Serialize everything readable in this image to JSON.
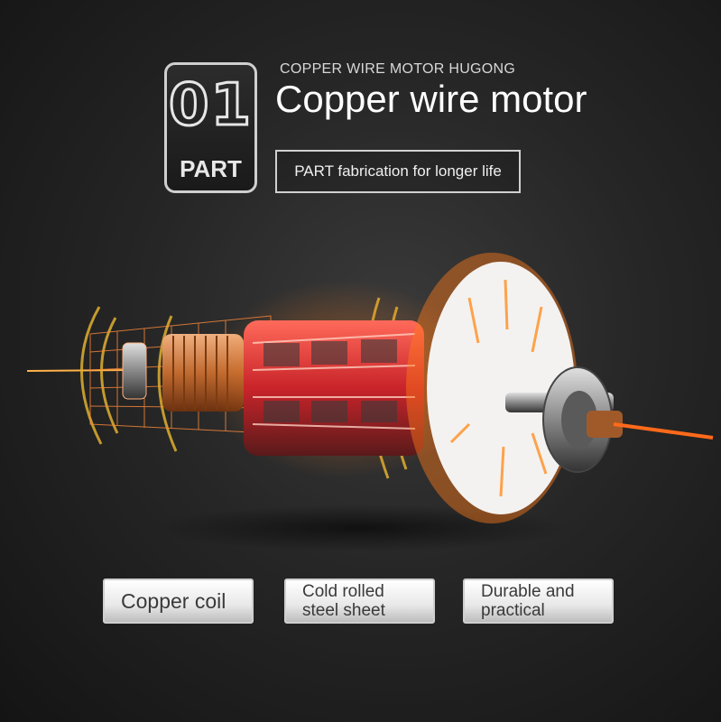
{
  "badge": {
    "number": "01",
    "label": "PART"
  },
  "header": {
    "subtitle": "COPPER WIRE MOTOR HUGONG",
    "title": "Copper wire motor",
    "tagline": "PART fabrication for longer life"
  },
  "features": [
    {
      "lines": [
        "Copper coil"
      ]
    },
    {
      "lines": [
        "Cold rolled",
        "steel sheet"
      ]
    },
    {
      "lines": [
        "Durable and",
        "practical"
      ]
    }
  ],
  "colors": {
    "accent": "#ff7a1a",
    "wireframe": "#e0b030",
    "background": "#222222"
  },
  "illustration": {
    "subject": "motor armature with copper coil, steel core, fan and bearing"
  }
}
